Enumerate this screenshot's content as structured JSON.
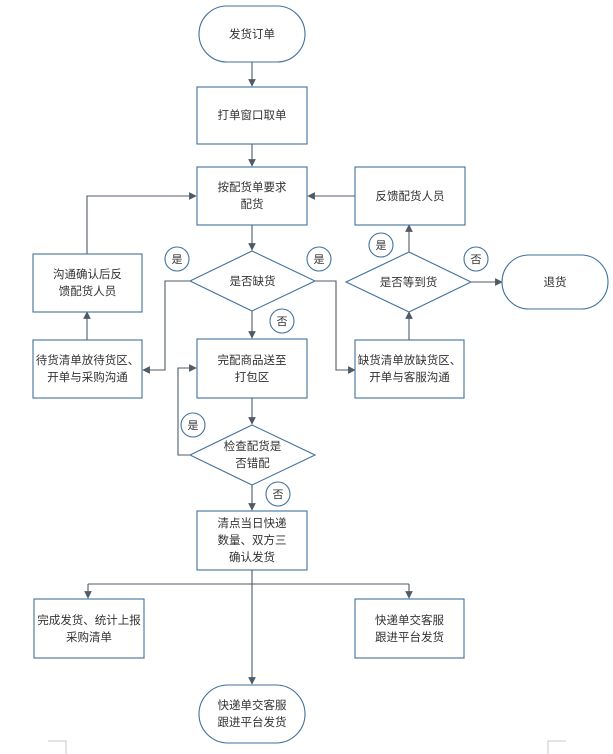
{
  "nodes": {
    "start": "发货订单",
    "print": "打单窗口取单",
    "pick": "按配货单要求\n配货",
    "feedback_picker": "反馈配货人员",
    "check_stock": "是否缺货",
    "wait_arrival": "是否等到货",
    "return_goods": "退货",
    "notify_picker": "沟通确认后反\n馈配货人员",
    "wait_area": "待货清单放待货区、\n开单与采购沟通",
    "deliver_pack": "完配商品送至\n打包区",
    "short_area": "缺货清单放缺货区、\n开单与客服沟通",
    "check_error": "检查配货是\n否错配",
    "count": "清点当日快递\n数量、双方三\n确认发货",
    "complete": "完成发货、统计上报\n采购清单",
    "cs_follow": "快递单交客服\n跟进平台发货",
    "end": "快递单交客服\n跟进平台发货"
  },
  "labels": {
    "yes": "是",
    "no": "否"
  },
  "colors": {
    "stroke": "#41719c",
    "arrow": "#4f5b66",
    "fill": "#ffffff",
    "text": "#333333"
  }
}
